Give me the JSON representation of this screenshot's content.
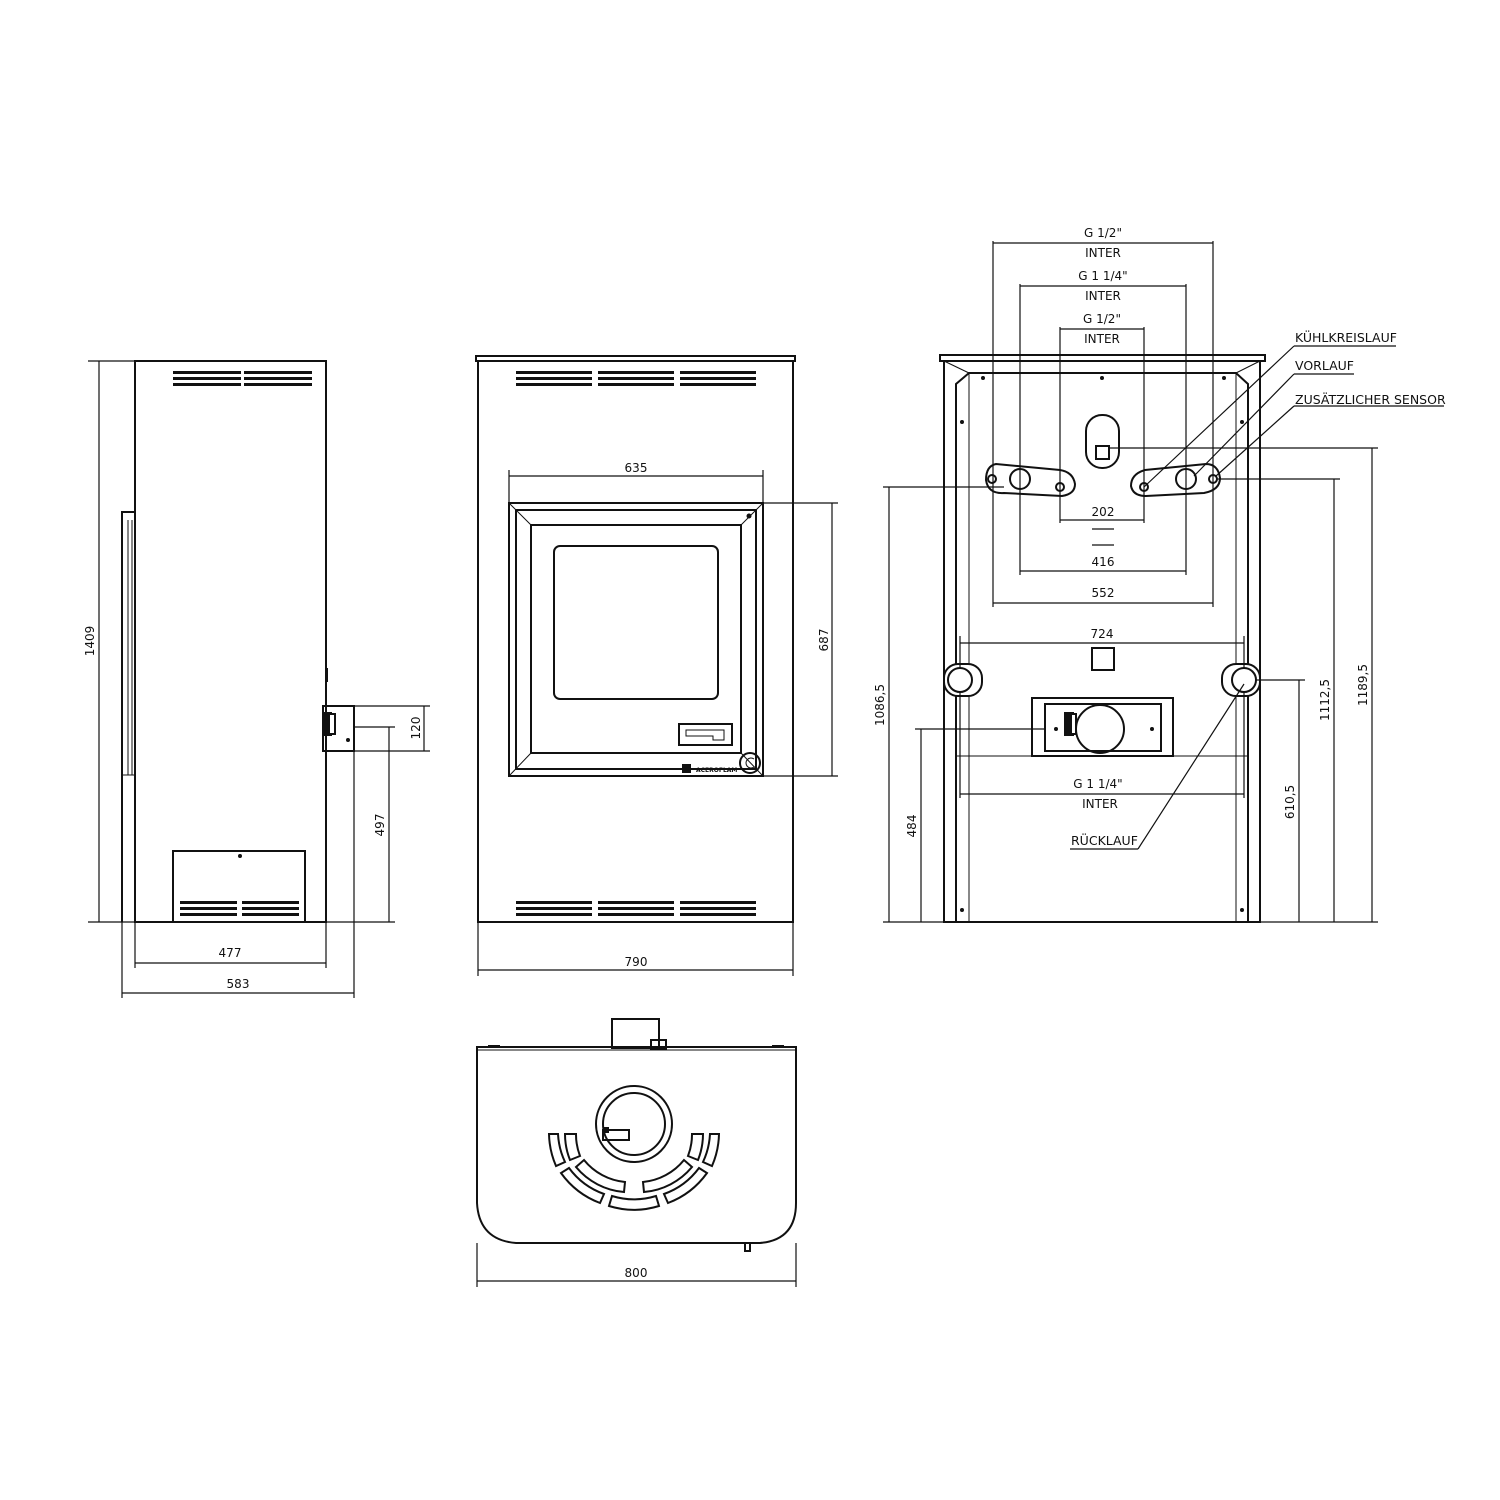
{
  "side_view": {
    "dims": {
      "total_height": "1409",
      "connector_height": "120",
      "connector_position": "497",
      "depth_inner": "477",
      "depth_total": "583"
    }
  },
  "front_view": {
    "dims": {
      "window_width": "635",
      "window_height": "687",
      "total_width": "790"
    },
    "brand_mark": "ACEROFLAM"
  },
  "rear_view": {
    "connections": [
      {
        "thread": "G 1/2\"",
        "type": "INTER"
      },
      {
        "thread": "G 1 1/4\"",
        "type": "INTER"
      },
      {
        "thread": "G 1/2\"",
        "type": "INTER"
      }
    ],
    "bottom_connection": {
      "thread": "G 1 1/4\"",
      "type": "INTER"
    },
    "labels": {
      "cooling_circuit": "KÜHLKREISLAUF",
      "flow": "VORLAUF",
      "extra_sensor": "ZUSÄTZLICHER SENSOR",
      "return": "RÜCKLAUF"
    },
    "dims": {
      "d202": "202",
      "d416": "416",
      "d552": "552",
      "d724": "724",
      "d1086": "1086,5",
      "d484": "484",
      "d610": "610,5",
      "d1112": "1112,5",
      "d1189": "1189,5"
    }
  },
  "top_view": {
    "dims": {
      "width": "800"
    }
  }
}
